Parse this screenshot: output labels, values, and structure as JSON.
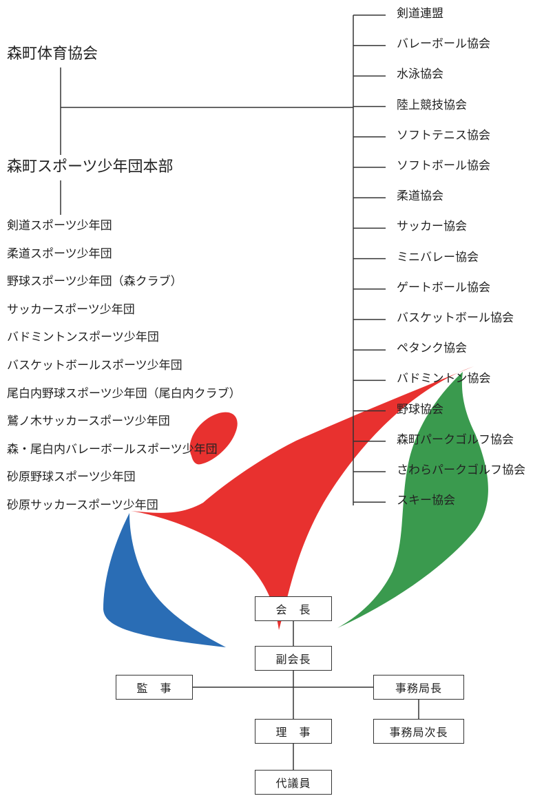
{
  "organizations": {
    "sports_association": "森町体育協会",
    "youth_sports_hq": "森町スポーツ少年団本部"
  },
  "youth_clubs": [
    "剣道スポーツ少年団",
    "柔道スポーツ少年団",
    "野球スポーツ少年団（森クラブ）",
    "サッカースポーツ少年団",
    "バドミントンスポーツ少年団",
    "バスケットボールスポーツ少年団",
    "尾白内野球スポーツ少年団（尾白内クラブ）",
    "鷲ノ木サッカースポーツ少年団",
    "森・尾白内バレーボールスポーツ少年団",
    "砂原野球スポーツ少年団",
    "砂原サッカースポーツ少年団"
  ],
  "associations": [
    "剣道連盟",
    "バレーボール協会",
    "水泳協会",
    "陸上競技協会",
    "ソフトテニス協会",
    "ソフトボール協会",
    "柔道協会",
    "サッカー協会",
    "ミニバレー協会",
    "ゲートボール協会",
    "バスケットボール協会",
    "ペタンク協会",
    "バドミントン協会",
    "野球協会",
    "森町パークゴルフ協会",
    "さわらパークゴルフ協会",
    "スキー協会"
  ],
  "officers": {
    "president": "会　長",
    "vice_president": "副会長",
    "auditor": "監　事",
    "secretary_general": "事務局長",
    "deputy_secretary_general": "事務局次長",
    "director": "理　事",
    "delegates": "代議員"
  },
  "colors": {
    "logo_red": "#e8312f",
    "logo_green": "#3a9a4e",
    "logo_blue": "#2a6db5",
    "line": "#333333",
    "text": "#222222"
  }
}
